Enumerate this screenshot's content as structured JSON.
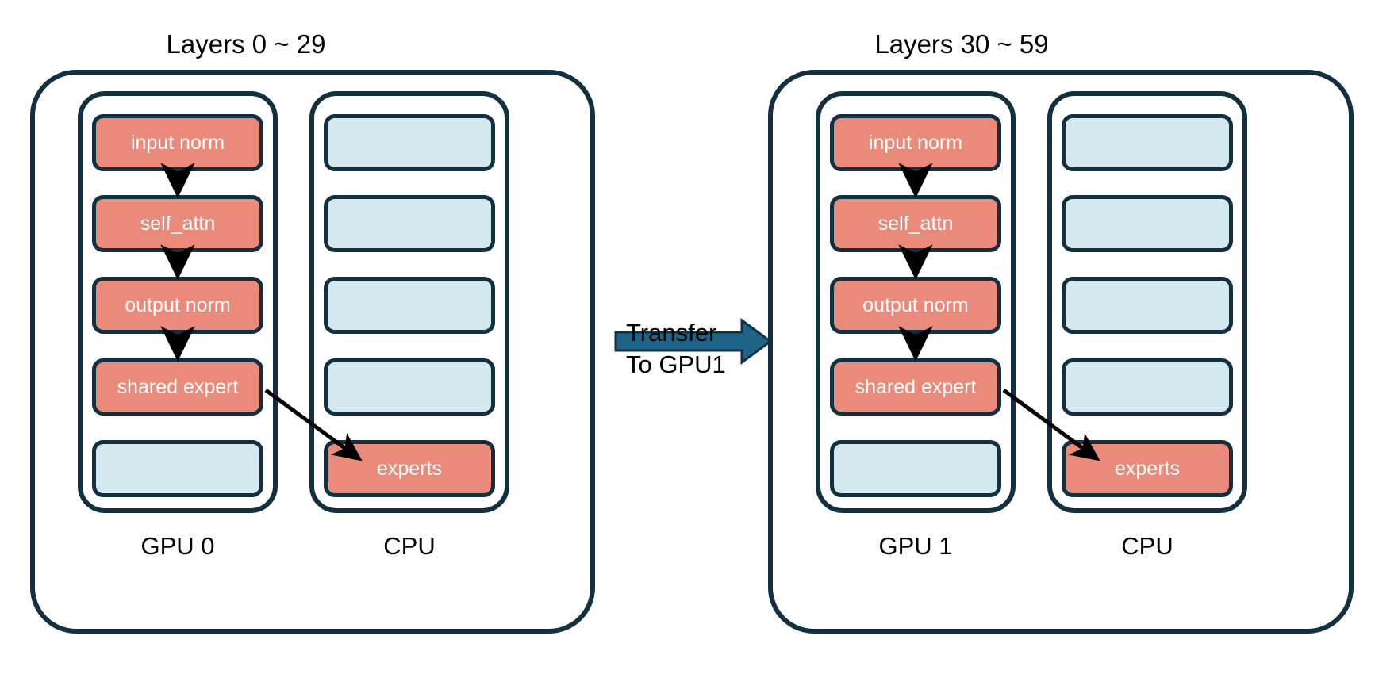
{
  "diagram": {
    "title_left": "Layers 0 ~ 29",
    "title_right": "Layers 30 ~ 59",
    "colors": {
      "active_module": "#E98A7B",
      "inactive_module": "#D3E8EF",
      "outline": "#12303F",
      "transfer_arrow": "#1F6486",
      "background": "#FFFFFF",
      "module_text": "#FFFFFF",
      "label_text": "#000000"
    },
    "transfer": {
      "line1": "Transfer",
      "line2": "To GPU1"
    },
    "panels": [
      {
        "title": "Layers 0 ~ 29",
        "columns": [
          {
            "footer": "GPU 0",
            "kind": "gpu",
            "modules": [
              {
                "label": "input norm",
                "state": "active"
              },
              {
                "label": "self_attn",
                "state": "active"
              },
              {
                "label": "output norm",
                "state": "active"
              },
              {
                "label": "shared expert",
                "state": "active"
              },
              {
                "label": "",
                "state": "inactive"
              }
            ]
          },
          {
            "footer": "CPU",
            "kind": "cpu",
            "modules": [
              {
                "label": "",
                "state": "inactive"
              },
              {
                "label": "",
                "state": "inactive"
              },
              {
                "label": "",
                "state": "inactive"
              },
              {
                "label": "",
                "state": "inactive"
              },
              {
                "label": "experts",
                "state": "active"
              }
            ]
          }
        ]
      },
      {
        "title": "Layers 30 ~ 59",
        "columns": [
          {
            "footer": "GPU 1",
            "kind": "gpu",
            "modules": [
              {
                "label": "input norm",
                "state": "active"
              },
              {
                "label": "self_attn",
                "state": "active"
              },
              {
                "label": "output norm",
                "state": "active"
              },
              {
                "label": "shared expert",
                "state": "active"
              },
              {
                "label": "",
                "state": "inactive"
              }
            ]
          },
          {
            "footer": "CPU",
            "kind": "cpu",
            "modules": [
              {
                "label": "",
                "state": "inactive"
              },
              {
                "label": "",
                "state": "inactive"
              },
              {
                "label": "",
                "state": "inactive"
              },
              {
                "label": "",
                "state": "inactive"
              },
              {
                "label": "experts",
                "state": "active"
              }
            ]
          }
        ]
      }
    ]
  }
}
